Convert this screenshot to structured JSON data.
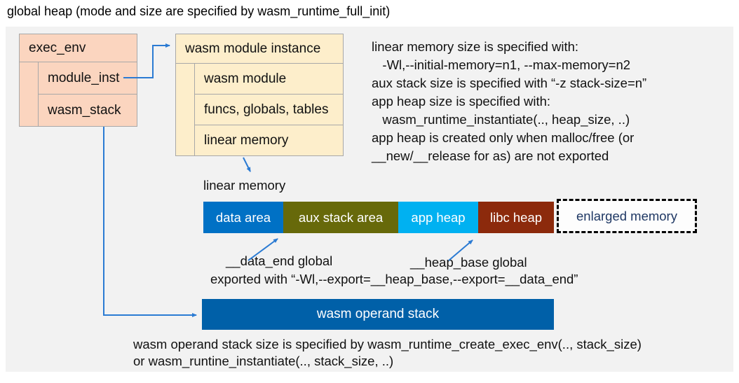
{
  "title": "global heap (mode and size are specified by wasm_runtime_full_init)",
  "exec_env": {
    "label": "exec_env",
    "rows": [
      "module_inst",
      "wasm_stack"
    ]
  },
  "module_instance": {
    "label": "wasm module instance",
    "rows": [
      "wasm module",
      "funcs, globals, tables",
      "linear memory"
    ]
  },
  "notes_right": {
    "lines": [
      "linear memory size is specified with:",
      "   -Wl,--initial-memory=n1, --max-memory=n2",
      "aux stack size is specified with “-z stack-size=n”",
      "app heap size is specified with:",
      "   wasm_runtime_instantiate(.., heap_size, ..)",
      "app heap is created only when malloc/free (or",
      "__new/__release for as) are not exported"
    ]
  },
  "linear_memory": {
    "label": "linear memory",
    "segments": [
      {
        "label": "data area",
        "color": "#0071c5"
      },
      {
        "label": "aux stack area",
        "color": "#67690a"
      },
      {
        "label": "app heap",
        "color": "#00b1f1"
      },
      {
        "label": "libc heap",
        "color": "#8c2a0c"
      }
    ],
    "enlarged": {
      "label": "enlarged memory",
      "text_color": "#1f3864"
    }
  },
  "annotations": {
    "data_end": "__data_end global",
    "heap_base": "__heap_base global",
    "exported": "exported with “-Wl,--export=__heap_base,--export=__data_end”"
  },
  "operand_stack": {
    "label": "wasm operand stack",
    "color": "#0060a8"
  },
  "notes_bottom": {
    "lines": [
      "wasm operand stack size is specified by wasm_runtime_create_exec_env(.., stack_size)",
      "or wasm_runtine_instantiate(.., stack_size, ..)"
    ]
  },
  "colors": {
    "panel_bg": "#f2f2f2",
    "exec_env_fill": "#fbd5bf",
    "module_instance_fill": "#fdeecb",
    "connector_blue": "#2b7bd3",
    "box_border": "#a8a8a8"
  }
}
